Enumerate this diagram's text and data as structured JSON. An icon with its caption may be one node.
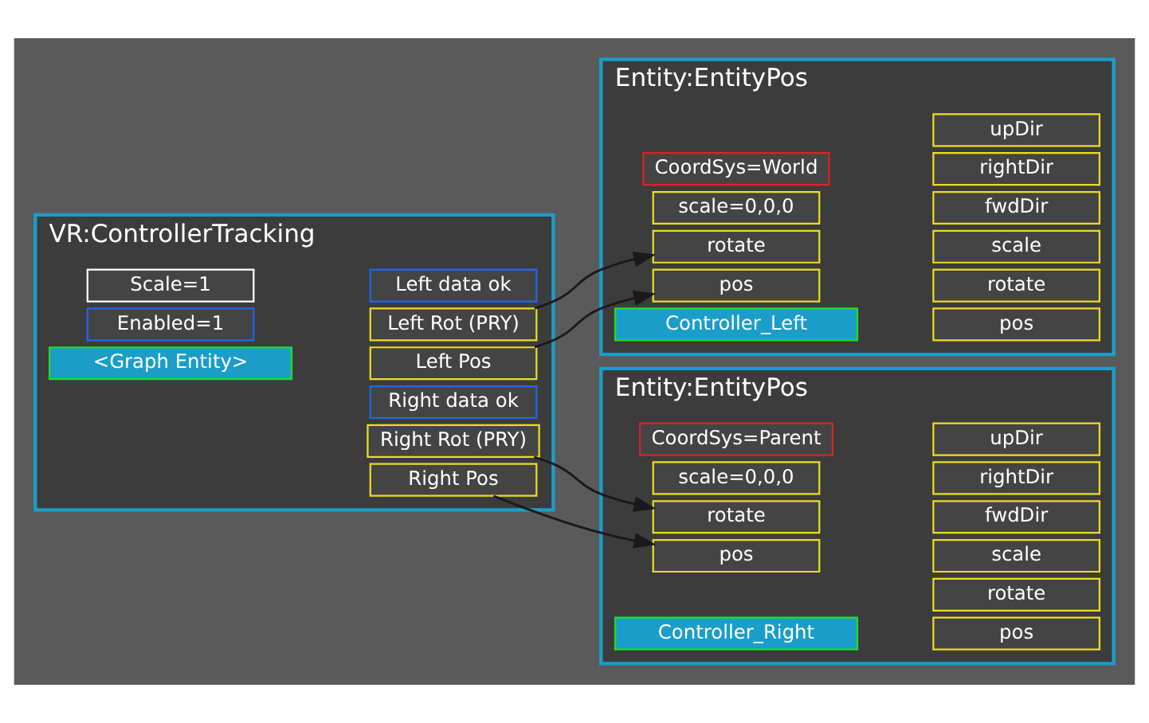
{
  "diagram": {
    "nodes": [
      {
        "text": [
          "VR:ControllerTracking"
        ]
      },
      {
        "text": [
          "<Graph Entity>"
        ],
        "in": 0
      },
      {
        "text": [
          "Enabled=1"
        ],
        "in": 0
      },
      {
        "text": [
          "Scale=1"
        ],
        "in": 0
      },
      {
        "text": [
          "Left Pos"
        ],
        "in": 0
      },
      {
        "text": [
          "Left Rot (PRY)"
        ],
        "in": 0
      },
      {
        "text": [
          "Left data ok"
        ],
        "in": 0
      },
      {
        "text": [
          "Right Pos"
        ],
        "in": 0
      },
      {
        "text": [
          "Right Rot (PRY)"
        ],
        "in": 0
      },
      {
        "text": [
          "Right data ok"
        ],
        "in": 0
      },
      {
        "text": [
          "Entity:EntityPos"
        ]
      },
      {
        "text": [
          "Controller_Left"
        ],
        "in": 10
      },
      {
        "text": [
          "pos"
        ],
        "in": 10
      },
      {
        "text": [
          "rotate"
        ],
        "in": 10
      },
      {
        "text": [
          "scale=0,0,0"
        ],
        "in": 10
      },
      {
        "text": [
          "CoordSys=World"
        ],
        "in": 10
      },
      {
        "text": [
          "pos"
        ],
        "in": 10
      },
      {
        "text": [
          "rotate"
        ],
        "in": 10
      },
      {
        "text": [
          "scale"
        ],
        "in": 10
      },
      {
        "text": [
          "fwdDir"
        ],
        "in": 10
      },
      {
        "text": [
          "rightDir"
        ],
        "in": 10
      },
      {
        "text": [
          "upDir"
        ],
        "in": 10
      },
      {
        "text": [
          "Entity:EntityPos"
        ]
      },
      {
        "text": [
          "Controller_Right"
        ],
        "in": 22
      },
      {
        "text": [
          "pos"
        ],
        "in": 22
      },
      {
        "text": [
          "rotate"
        ],
        "in": 22
      },
      {
        "text": [
          "scale=0,0,0"
        ],
        "in": 22
      },
      {
        "text": [
          "CoordSys=Parent"
        ],
        "in": 22
      },
      {
        "text": [
          "pos"
        ],
        "in": 22
      },
      {
        "text": [
          "rotate"
        ],
        "in": 22
      },
      {
        "text": [
          "scale"
        ],
        "in": 22
      },
      {
        "text": [
          "fwdDir"
        ],
        "in": 22
      },
      {
        "text": [
          "rightDir"
        ],
        "in": 22
      },
      {
        "text": [
          "upDir"
        ],
        "in": 22
      }
    ],
    "edges": [
      {
        "from": 4,
        "to": 12,
        "arrow": "to"
      },
      {
        "from": 5,
        "to": 13,
        "arrow": "to"
      },
      {
        "from": 7,
        "to": 24,
        "arrow": "to"
      },
      {
        "from": 8,
        "to": 25,
        "arrow": "to"
      }
    ]
  }
}
